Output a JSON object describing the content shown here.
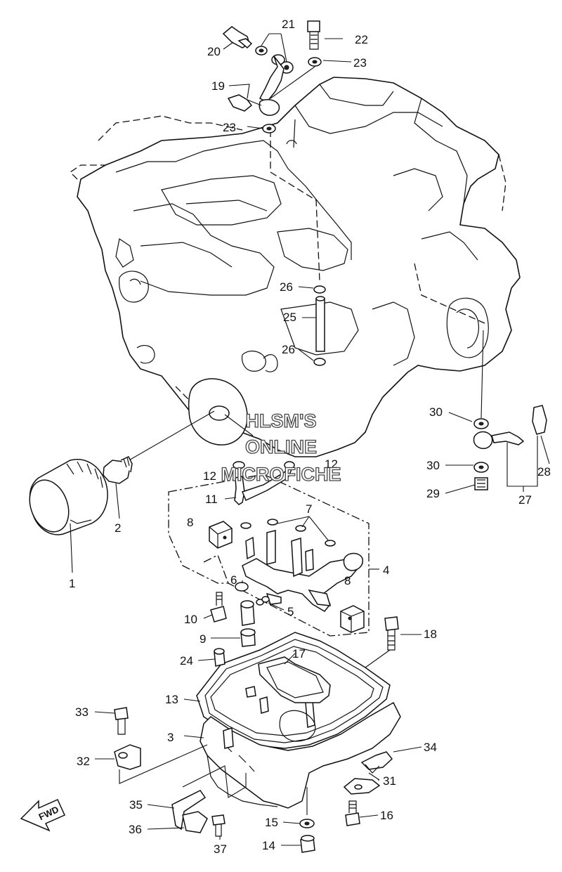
{
  "callouts": [
    {
      "id": "1",
      "text": "1"
    },
    {
      "id": "2",
      "text": "2"
    },
    {
      "id": "3",
      "text": "3"
    },
    {
      "id": "4",
      "text": "4"
    },
    {
      "id": "5",
      "text": "5"
    },
    {
      "id": "6",
      "text": "6"
    },
    {
      "id": "7",
      "text": "7"
    },
    {
      "id": "8a",
      "text": "8"
    },
    {
      "id": "8b",
      "text": "8"
    },
    {
      "id": "9",
      "text": "9"
    },
    {
      "id": "10",
      "text": "10"
    },
    {
      "id": "11",
      "text": "11"
    },
    {
      "id": "12a",
      "text": "12"
    },
    {
      "id": "12b",
      "text": "12"
    },
    {
      "id": "13",
      "text": "13"
    },
    {
      "id": "14",
      "text": "14"
    },
    {
      "id": "15",
      "text": "15"
    },
    {
      "id": "16",
      "text": "16"
    },
    {
      "id": "17",
      "text": "17"
    },
    {
      "id": "18",
      "text": "18"
    },
    {
      "id": "19",
      "text": "19"
    },
    {
      "id": "20",
      "text": "20"
    },
    {
      "id": "21",
      "text": "21"
    },
    {
      "id": "22",
      "text": "22"
    },
    {
      "id": "23a",
      "text": "23"
    },
    {
      "id": "23b",
      "text": "23"
    },
    {
      "id": "24",
      "text": "24"
    },
    {
      "id": "25",
      "text": "25"
    },
    {
      "id": "26a",
      "text": "26"
    },
    {
      "id": "26b",
      "text": "26"
    },
    {
      "id": "27",
      "text": "27"
    },
    {
      "id": "28",
      "text": "28"
    },
    {
      "id": "29",
      "text": "29"
    },
    {
      "id": "30a",
      "text": "30"
    },
    {
      "id": "30b",
      "text": "30"
    },
    {
      "id": "31",
      "text": "31"
    },
    {
      "id": "32",
      "text": "32"
    },
    {
      "id": "33",
      "text": "33"
    },
    {
      "id": "34",
      "text": "34"
    },
    {
      "id": "35",
      "text": "35"
    },
    {
      "id": "36",
      "text": "36"
    },
    {
      "id": "37",
      "text": "37"
    }
  ],
  "watermark": [
    "HLSM'S",
    "ONLINE",
    "MICROFICHE"
  ],
  "fwd_label": "FWD"
}
